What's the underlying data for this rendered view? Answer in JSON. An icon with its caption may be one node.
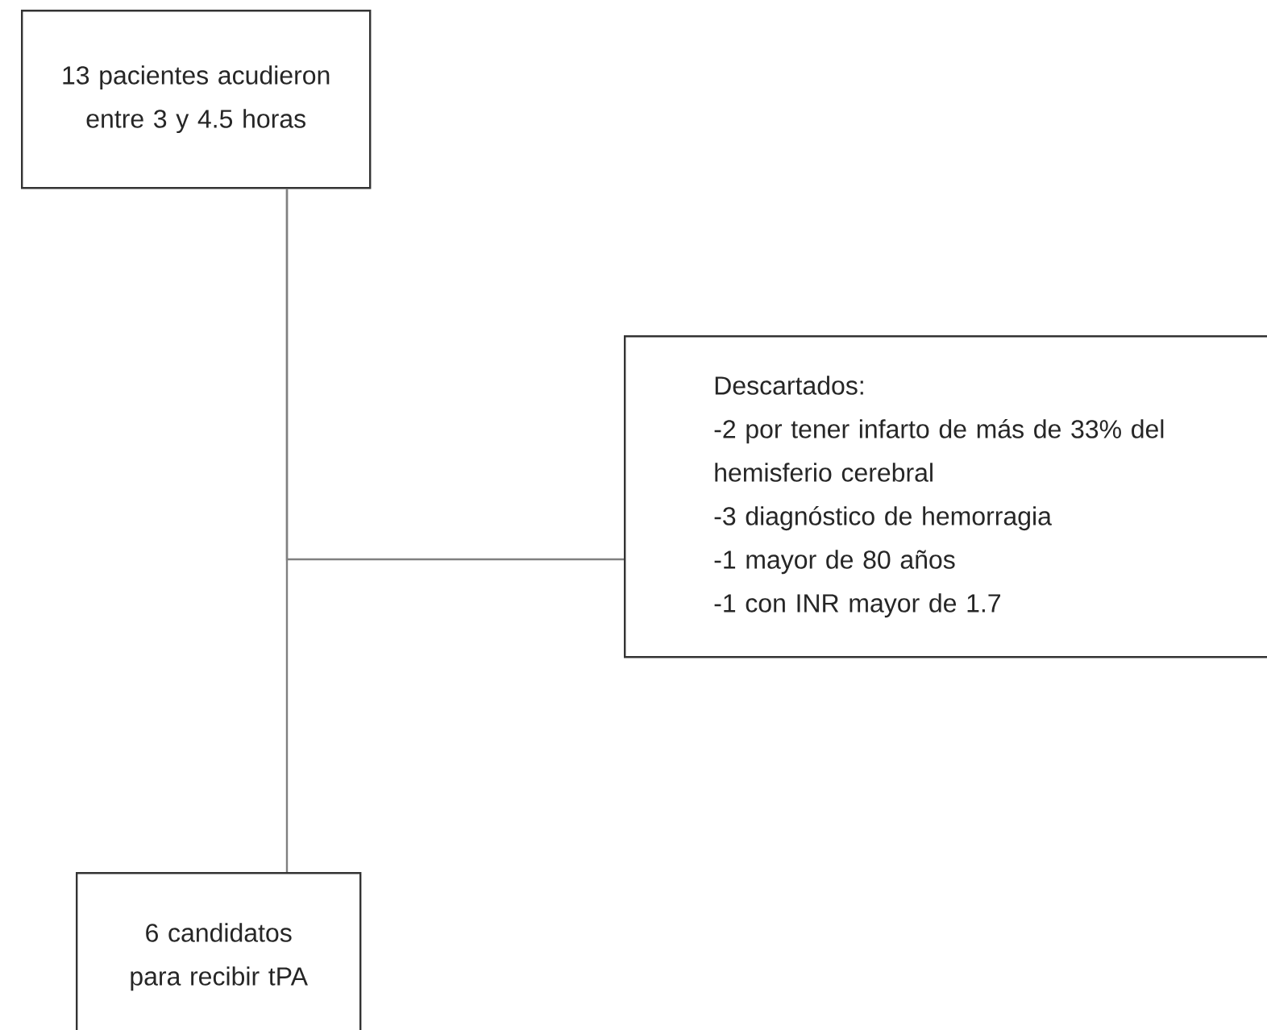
{
  "diagram": {
    "nodes": [
      {
        "text": [
          "13 pacientes acudieron entre 3 y 4.5 horas"
        ]
      },
      {
        "text": [
          "Descartados:",
          "-2 por tener infarto de más de 33% del hemisferio cerebral",
          "-3 diagnóstico de hemorragia",
          "-1 mayor de 80 años",
          "-1 con INR mayor de 1.7"
        ]
      },
      {
        "text": [
          "6 candidatos para recibir tPA"
        ]
      }
    ],
    "edges": [
      {
        "from": 0,
        "to": 2,
        "arrow": "none"
      },
      {
        "from": 0,
        "to": 1,
        "arrow": "none"
      }
    ]
  }
}
